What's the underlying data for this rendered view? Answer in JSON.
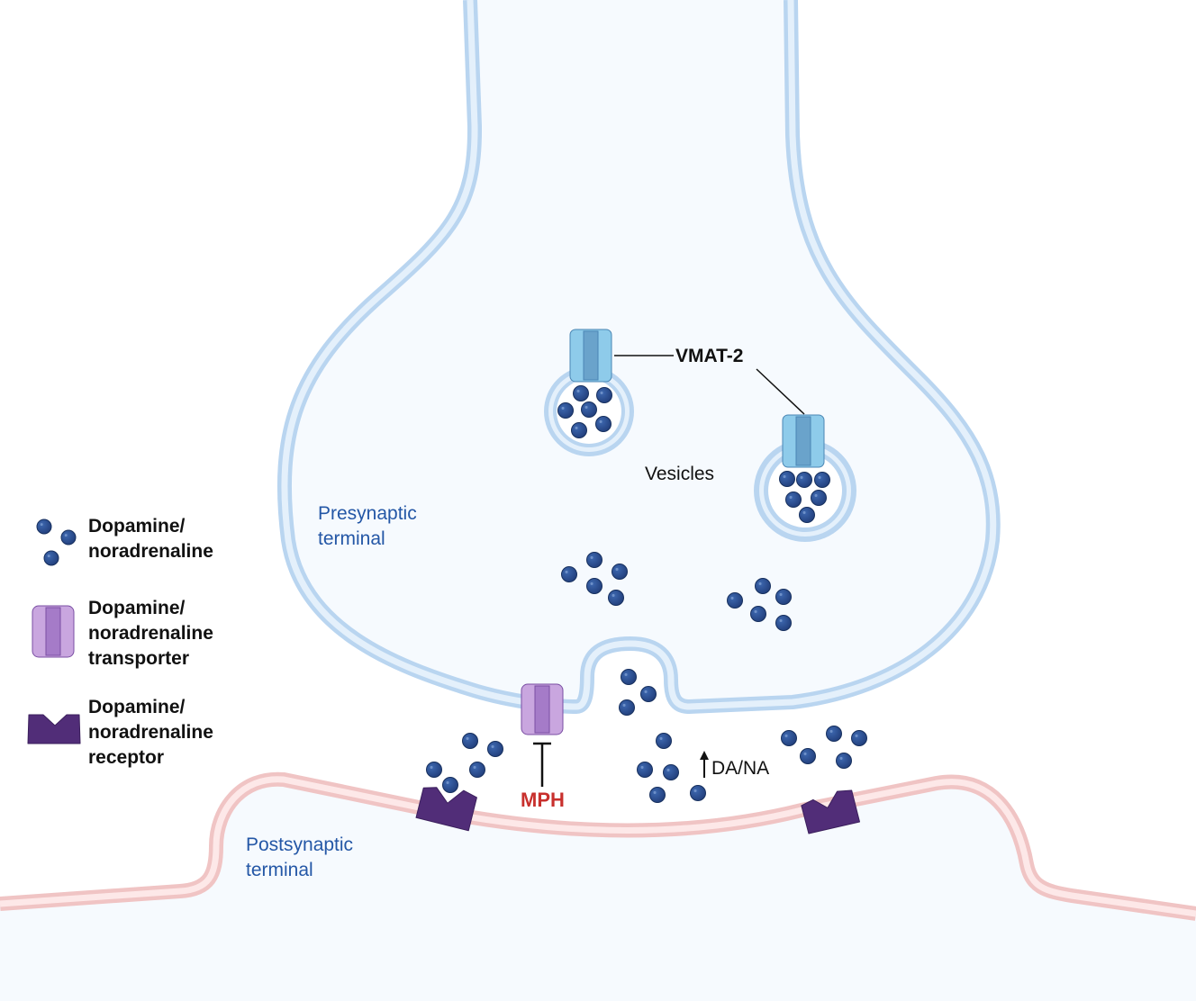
{
  "labels": {
    "vmat": "VMAT-2",
    "vesicles": "Vesicles",
    "presynaptic": [
      "Presynaptic",
      "terminal"
    ],
    "postsynaptic": [
      "Postsynaptic",
      "terminal"
    ],
    "mph": "MPH",
    "da_na": "DA/NA"
  },
  "legend": [
    {
      "icon": "dopamine-molecules-icon",
      "lines": [
        "Dopamine/",
        "noradrenaline"
      ]
    },
    {
      "icon": "transporter-icon",
      "lines": [
        "Dopamine/",
        "noradrenaline",
        "transporter"
      ]
    },
    {
      "icon": "receptor-icon",
      "lines": [
        "Dopamine/",
        "noradrenaline",
        "receptor"
      ]
    }
  ],
  "colors": {
    "presynaptic_membrane": "#b9d5f0",
    "presynaptic_membrane_inner": "#e4f0fb",
    "cell_fill": "#f6fafe",
    "postsynaptic_membrane": "#f0c4c4",
    "postsynaptic_membrane_inner": "#fde8e8",
    "molecule": "#2a4f93",
    "transporter": "#c9a6df",
    "transporter_core": "#a57bc8",
    "vmat": "#8ecbea",
    "vmat_core": "#6aa3cb",
    "receptor": "#512d78",
    "mph": "#c8302d"
  }
}
